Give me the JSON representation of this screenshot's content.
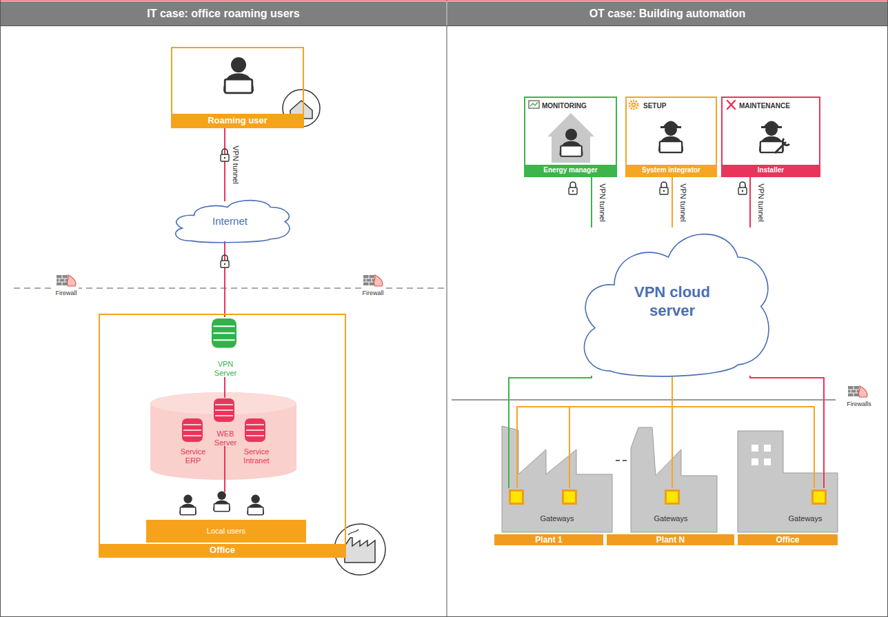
{
  "diagram": {
    "nodes": [
      {
        "text": [
          "IT case: office roaming users"
        ]
      },
      {
        "text": [
          "OT case: Building automation"
        ]
      },
      {
        "text": [
          "Roaming user"
        ]
      },
      {
        "text": [
          "Internet"
        ]
      },
      {
        "text": [
          "Office"
        ]
      },
      {
        "text": [
          "VPN Server"
        ],
        "in": 4
      },
      {
        "text": [
          "WEB Server"
        ],
        "in": 4
      },
      {
        "text": [
          "Service ERP"
        ],
        "in": 4
      },
      {
        "text": [
          "Service Intranet"
        ],
        "in": 4
      },
      {
        "text": [
          "Local users"
        ],
        "in": 4
      },
      {
        "text": [
          "MONITORING",
          "Energy manager"
        ]
      },
      {
        "text": [
          "SETUP",
          "System integrator"
        ]
      },
      {
        "text": [
          "MAINTENANCE",
          "Installer"
        ]
      },
      {
        "text": [
          "VPN cloud server"
        ]
      },
      {
        "text": [
          "Gateways",
          "Plant 1"
        ]
      },
      {
        "text": [
          "Gateways",
          "Plant N"
        ]
      },
      {
        "text": [
          "Gateways",
          "Office"
        ]
      }
    ],
    "edges": [
      {
        "from": 2,
        "to": 3,
        "arrow": "none",
        "label": "VPN tunnel"
      },
      {
        "from": 3,
        "to": 5,
        "arrow": "none"
      },
      {
        "from": 5,
        "to": 6,
        "arrow": "none"
      },
      {
        "from": 6,
        "to": 9,
        "arrow": "none"
      },
      {
        "from": 10,
        "to": 13,
        "arrow": "none",
        "label": "VPN tunnel"
      },
      {
        "from": 11,
        "to": 13,
        "arrow": "none",
        "label": "VPN tunnel"
      },
      {
        "from": 12,
        "to": 13,
        "arrow": "none",
        "label": "VPN tunnel"
      },
      {
        "from": 13,
        "to": 14,
        "arrow": "none"
      },
      {
        "from": 13,
        "to": 14,
        "arrow": "none"
      },
      {
        "from": 13,
        "to": 14,
        "arrow": "none"
      },
      {
        "from": 13,
        "to": 15,
        "arrow": "none"
      },
      {
        "from": 13,
        "to": 16,
        "arrow": "none"
      },
      {
        "from": 13,
        "to": 16,
        "arrow": "none"
      }
    ],
    "labels": [
      "Firewall",
      "Firewall",
      "Firewalls"
    ]
  }
}
